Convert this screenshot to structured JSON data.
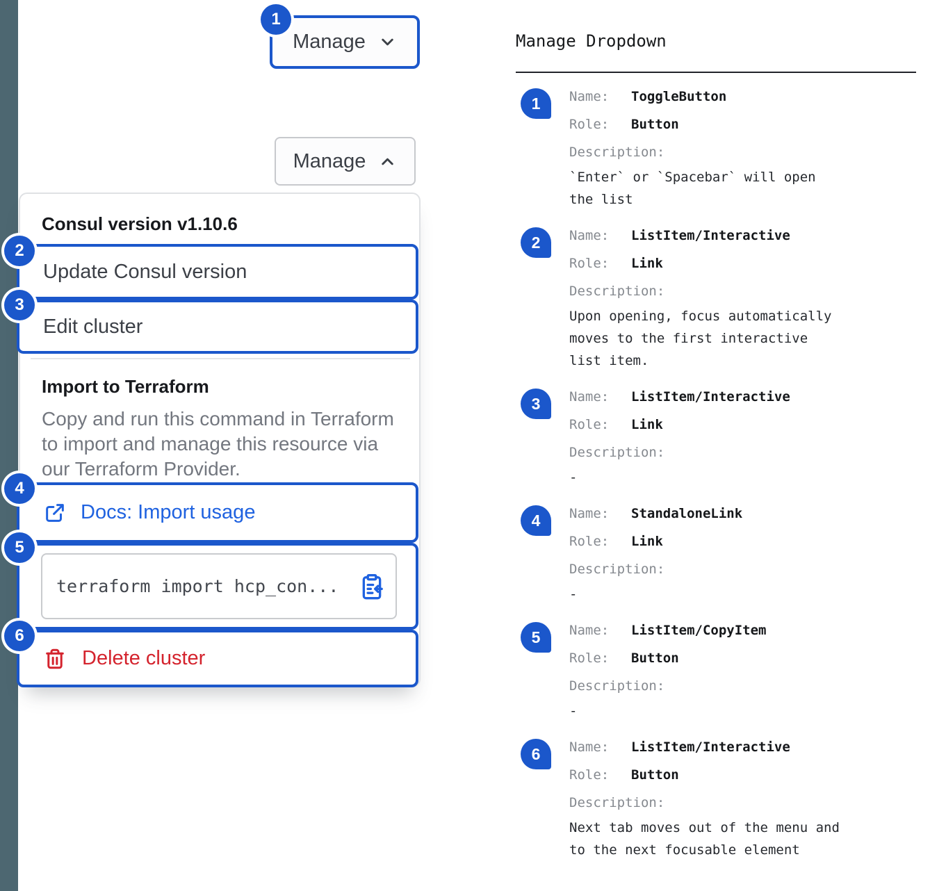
{
  "colors": {
    "accent_blue": "#1b57cb",
    "link_blue": "#1f62e0",
    "danger_red": "#d4232d",
    "sidebar_slate": "#4d6771"
  },
  "left": {
    "toggle_button": {
      "badge": "1",
      "label": "Manage"
    },
    "expanded_button": {
      "label": "Manage"
    },
    "menu": {
      "version_header": "Consul version v1.10.6",
      "items": [
        {
          "badge": "2",
          "label": "Update Consul version"
        },
        {
          "badge": "3",
          "label": "Edit cluster"
        }
      ],
      "import_header": "Import to Terraform",
      "import_description": "Copy and run this command in Terraform to import and manage this resource via our Terraform Provider.",
      "docs_link": {
        "badge": "4",
        "label": "Docs: Import usage"
      },
      "copy_row": {
        "badge": "5",
        "code": "terraform import hcp_con..."
      },
      "delete_row": {
        "badge": "6",
        "label": "Delete cluster"
      }
    }
  },
  "annotations": {
    "title": "Manage Dropdown",
    "labels": {
      "name": "Name:",
      "role": "Role:",
      "description": "Description:"
    },
    "items": [
      {
        "num": "1",
        "name": "ToggleButton",
        "role": "Button",
        "description": "`Enter` or `Spacebar` will open the list"
      },
      {
        "num": "2",
        "name": "ListItem/Interactive",
        "role": "Link",
        "description": "Upon opening, focus automatically moves to the first interactive list item."
      },
      {
        "num": "3",
        "name": "ListItem/Interactive",
        "role": "Link",
        "description": "-"
      },
      {
        "num": "4",
        "name": "StandaloneLink",
        "role": "Link",
        "description": "-"
      },
      {
        "num": "5",
        "name": "ListItem/CopyItem",
        "role": "Button",
        "description": "-"
      },
      {
        "num": "6",
        "name": "ListItem/Interactive",
        "role": "Button",
        "description": "Next tab moves out of the menu and to the next focusable element"
      }
    ]
  }
}
